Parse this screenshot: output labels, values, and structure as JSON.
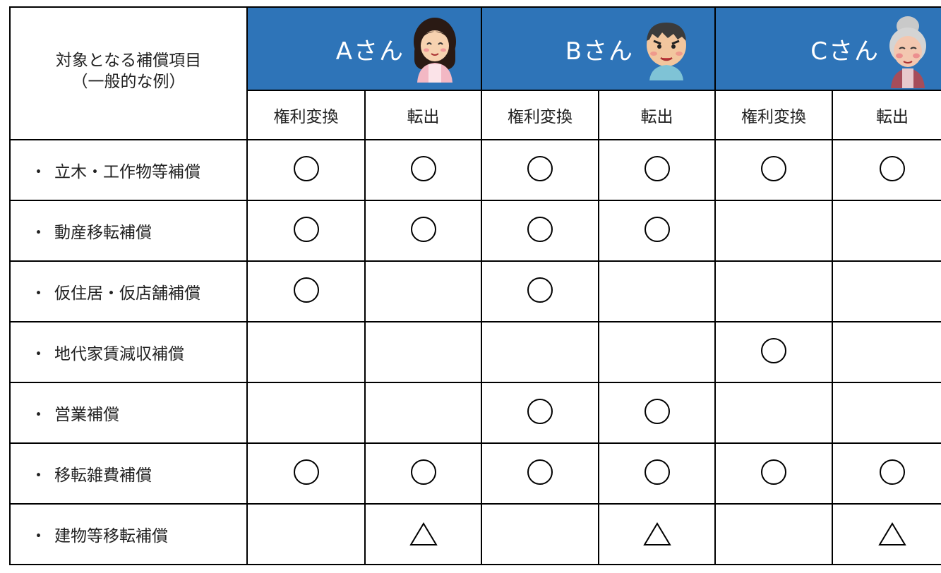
{
  "corner_label": [
    "対象となる補償項目",
    "（一般的な例）"
  ],
  "persons": [
    {
      "name": "Aさん",
      "avatar": "woman-avatar-icon"
    },
    {
      "name": "Bさん",
      "avatar": "man-avatar-icon"
    },
    {
      "name": "Cさん",
      "avatar": "elderly-woman-avatar-icon"
    }
  ],
  "sub_headers": [
    "権利変換",
    "転出",
    "権利変換",
    "転出",
    "権利変換",
    "転出"
  ],
  "bullet": "・",
  "rows": [
    {
      "label": "立木・工作物等補償",
      "marks": [
        "○",
        "○",
        "○",
        "○",
        "○",
        "○"
      ]
    },
    {
      "label": "動産移転補償",
      "marks": [
        "○",
        "○",
        "○",
        "○",
        "",
        ""
      ]
    },
    {
      "label": "仮住居・仮店舗補償",
      "marks": [
        "○",
        "",
        "○",
        "",
        "",
        ""
      ]
    },
    {
      "label": "地代家賃減収補償",
      "marks": [
        "",
        "",
        "",
        "",
        "○",
        ""
      ]
    },
    {
      "label": "営業補償",
      "marks": [
        "",
        "",
        "○",
        "○",
        "",
        ""
      ]
    },
    {
      "label": "移転雑費補償",
      "marks": [
        "○",
        "○",
        "○",
        "○",
        "○",
        "○"
      ]
    },
    {
      "label": "建物等移転補償",
      "marks": [
        "",
        "△",
        "",
        "△",
        "",
        "△"
      ]
    }
  ],
  "colors": {
    "header_blue": "#2e74b8",
    "border": "#000000"
  }
}
